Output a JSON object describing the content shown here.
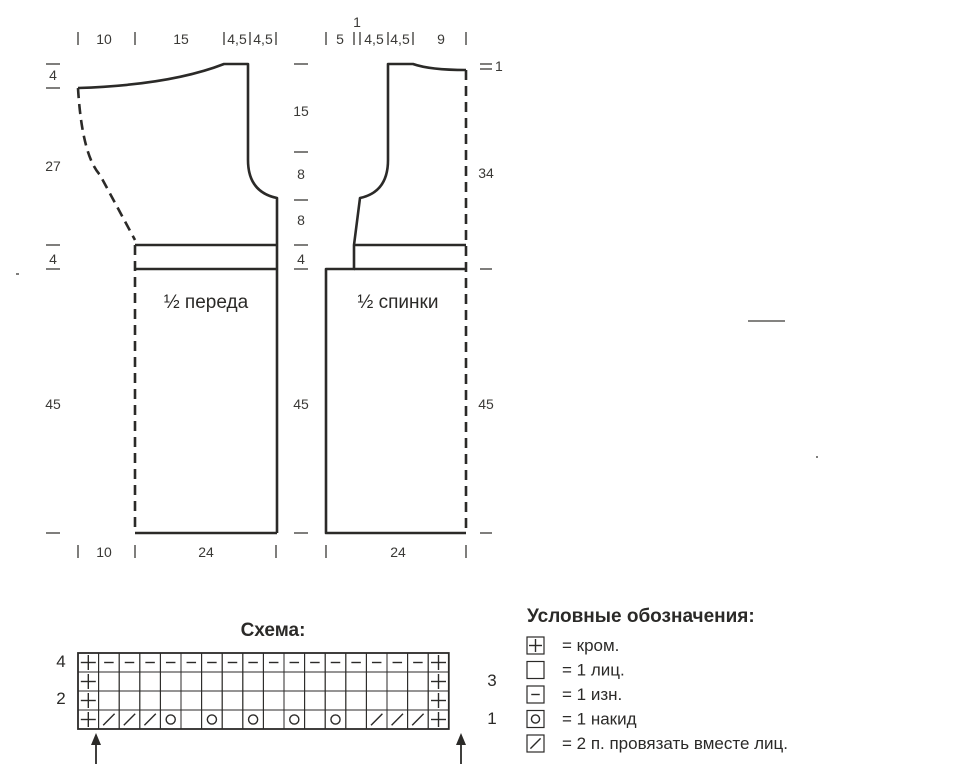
{
  "front": {
    "label": "½ переда",
    "top_dims": [
      "10",
      "15",
      "4,5",
      "4,5"
    ],
    "left_dims": [
      "4",
      "27",
      "4",
      "45"
    ],
    "center_dims": [
      "15",
      "8",
      "8",
      "4",
      "45"
    ],
    "bottom_dims": [
      "10",
      "24"
    ]
  },
  "back": {
    "label": "½ спинки",
    "top_small": "1",
    "top_dims": [
      "5",
      "4,5",
      "4,5",
      "9"
    ],
    "right_dims": [
      "1",
      "34",
      "45"
    ],
    "bottom_dims": [
      "24"
    ]
  },
  "scheme": {
    "title": "Схема:",
    "row_labels_left": [
      "4",
      "2"
    ],
    "row_labels_right": [
      "3",
      "1"
    ],
    "columns": 18,
    "rows": [
      [
        "edge",
        "purl",
        "purl",
        "purl",
        "purl",
        "purl",
        "purl",
        "purl",
        "purl",
        "purl",
        "purl",
        "purl",
        "purl",
        "purl",
        "purl",
        "purl",
        "purl",
        "edge"
      ],
      [
        "edge",
        "knit",
        "knit",
        "knit",
        "knit",
        "knit",
        "knit",
        "knit",
        "knit",
        "knit",
        "knit",
        "knit",
        "knit",
        "knit",
        "knit",
        "knit",
        "knit",
        "edge"
      ],
      [
        "edge",
        "knit",
        "knit",
        "knit",
        "knit",
        "knit",
        "knit",
        "knit",
        "knit",
        "knit",
        "knit",
        "knit",
        "knit",
        "knit",
        "knit",
        "knit",
        "knit",
        "edge"
      ],
      [
        "edge",
        "k2tog",
        "k2tog",
        "k2tog",
        "yo",
        "knit",
        "yo",
        "knit",
        "yo",
        "knit",
        "yo",
        "knit",
        "yo",
        "knit",
        "k2tog",
        "k2tog",
        "k2tog",
        "edge"
      ]
    ]
  },
  "legend": {
    "title": "Условные обозначения:",
    "items": [
      {
        "symbol": "edge",
        "text": "= кром."
      },
      {
        "symbol": "knit",
        "text": "= 1 лиц."
      },
      {
        "symbol": "purl",
        "text": "= 1 изн."
      },
      {
        "symbol": "yo",
        "text": "= 1 накид"
      },
      {
        "symbol": "k2tog",
        "text": "= 2 п. провязать вместе лиц."
      }
    ]
  }
}
